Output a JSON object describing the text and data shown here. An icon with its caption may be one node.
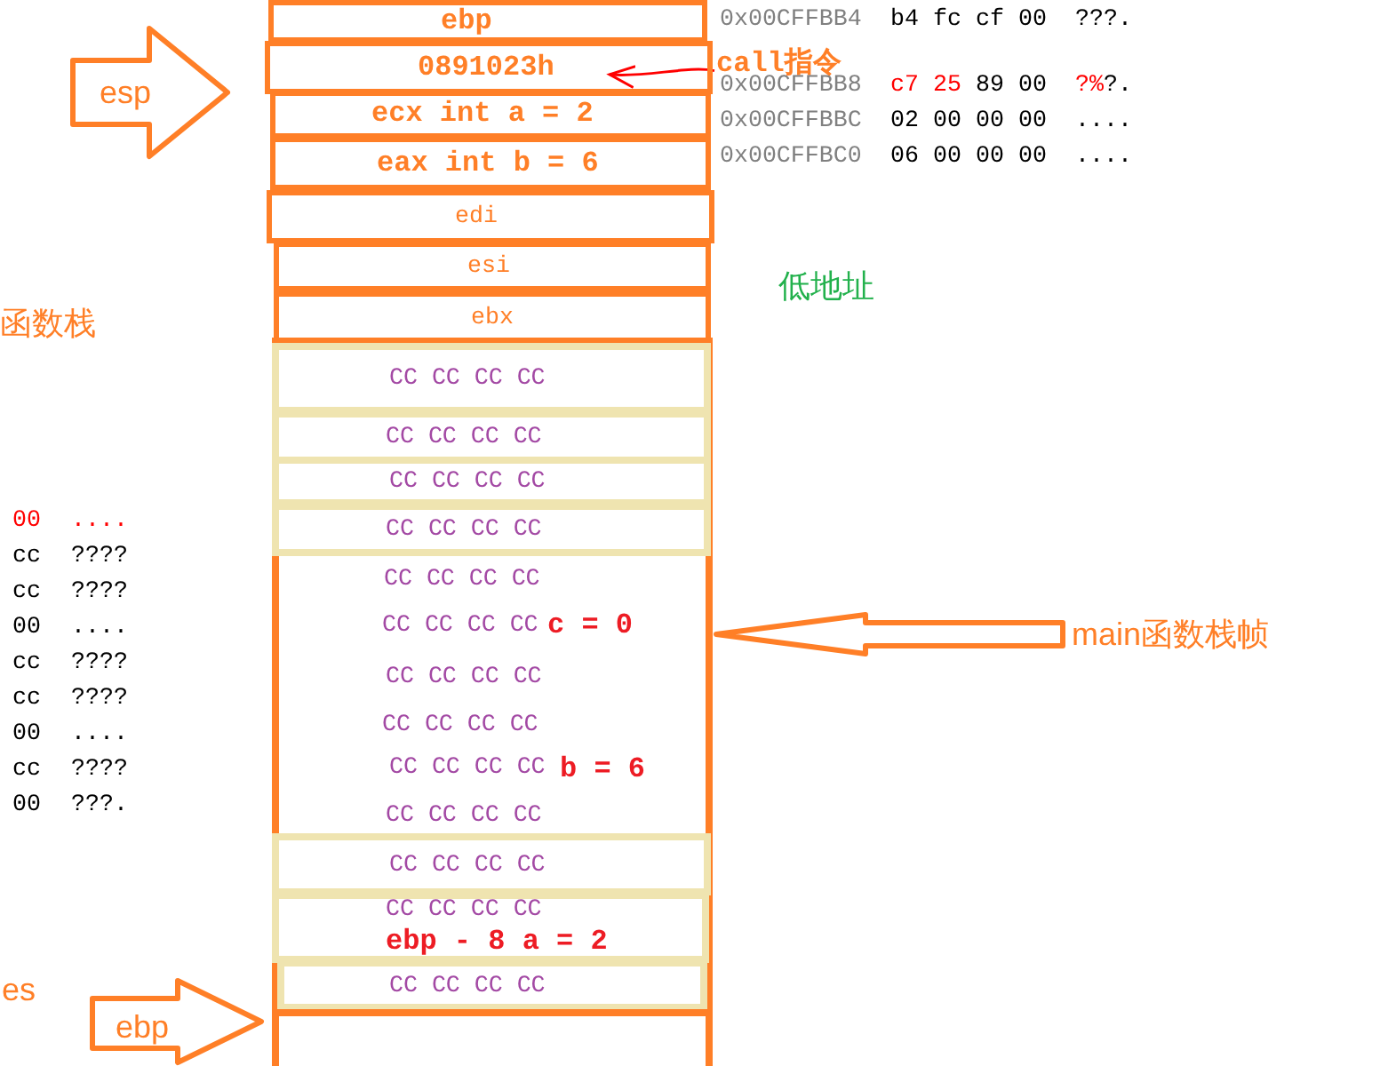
{
  "diagram": {
    "nodes": [
      {
        "text": [
          "ebp"
        ]
      },
      {
        "text": [
          "esp"
        ]
      },
      {
        "text": [
          "0891023h"
        ]
      },
      {
        "text": [
          "call指令"
        ]
      },
      {
        "text": [
          "ecx int a = 2"
        ]
      },
      {
        "text": [
          "eax int b = 6"
        ]
      },
      {
        "text": [
          "edi"
        ]
      },
      {
        "text": [
          "esi"
        ]
      },
      {
        "text": [
          "ebx"
        ]
      },
      {
        "text": [
          "CC CC CC CC",
          "CC CC CC CC",
          "c = 0",
          "CC CC CC CC",
          "CC CC CC CC",
          "CC CC CC CC",
          "b = 6",
          "CC CC CC CC"
        ]
      },
      {
        "text": [
          "CC CC CC CC"
        ],
        "in": 9
      },
      {
        "text": [
          "CC CC CC CC"
        ],
        "in": 9
      },
      {
        "text": [
          "CC CC CC CC"
        ],
        "in": 9
      },
      {
        "text": [
          "CC CC CC CC"
        ],
        "in": 9
      },
      {
        "text": [
          "main函数栈帧"
        ]
      },
      {
        "text": [
          "CC CC CC CC"
        ],
        "in": 9
      },
      {
        "text": [
          "CC CC CC CC",
          "ebp - 8 a = 2"
        ],
        "in": 9
      },
      {
        "text": [
          "CC CC CC CC"
        ],
        "in": 9
      },
      {
        "text": [],
        "shape": "box"
      },
      {
        "text": [
          "ebp"
        ]
      }
    ],
    "edges": [
      {
        "from": 3,
        "to": 2,
        "arrow": "to",
        "color": "#ff0000"
      },
      {
        "from": 14,
        "to": 9,
        "arrow": "to"
      }
    ],
    "labels": [
      "0x00CFFBB4",
      "b4",
      "fc",
      "cf",
      "00",
      "???.",
      "0x00CFFBB8",
      "c7",
      "25",
      "89",
      "00",
      "?%?.",
      "0x00CFFBBC",
      "02",
      "00",
      "00",
      "00",
      "....",
      "0x00CFFBC0",
      "06",
      "00",
      "00",
      "00",
      "....",
      "低地址",
      "函数栈",
      "00",
      "....",
      "cc",
      "????",
      "cc",
      "????",
      "00",
      "....",
      "cc",
      "????",
      "cc",
      "????",
      "00",
      "....",
      "cc",
      "????",
      "00",
      "???.",
      "es"
    ]
  }
}
